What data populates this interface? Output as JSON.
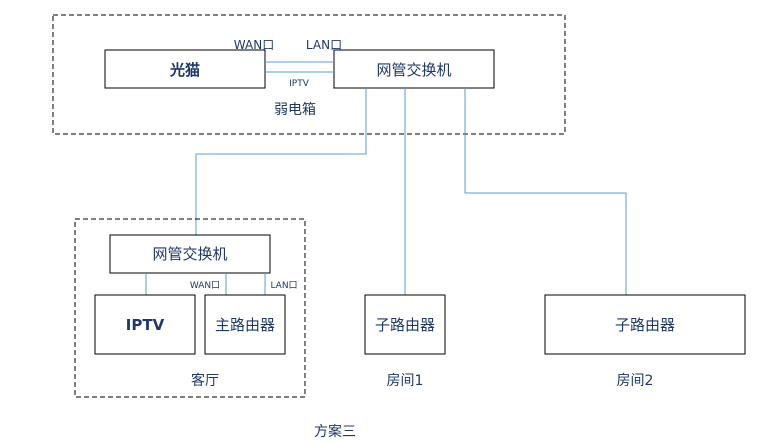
{
  "weak_box": {
    "label": "弱电箱",
    "modem": "光猫",
    "switch": "网管交换机",
    "wan_port": "WAN口",
    "lan_port": "LAN口",
    "iptv_link": "IPTV"
  },
  "living_room": {
    "label": "客厅",
    "switch": "网管交换机",
    "iptv": "IPTV",
    "main_router": "主路由器",
    "wan_port": "WAN口",
    "lan_port": "LAN口"
  },
  "room1": {
    "label": "房间1",
    "router": "子路由器"
  },
  "room2": {
    "label": "房间2",
    "router": "子路由器"
  },
  "caption": "方案三",
  "colors": {
    "link": "#5b9bd5",
    "box": "#000000",
    "text": "#1f3864"
  }
}
